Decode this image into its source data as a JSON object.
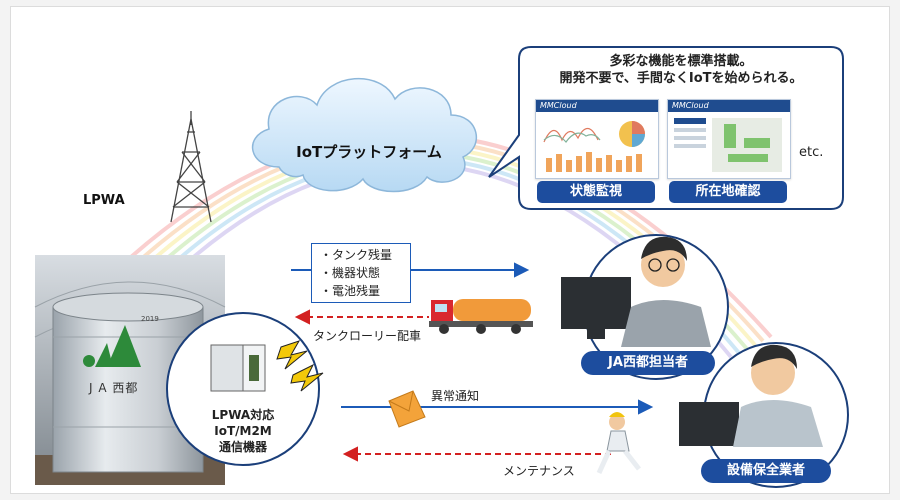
{
  "cloud": {
    "label": "IoTプラットフォーム"
  },
  "tower": {
    "label": "LPWA"
  },
  "bubble": {
    "line1": "多彩な機能を標準搭載。",
    "line2": "開発不要で、手間なくIoTを始められる。",
    "etc": "etc.",
    "screens": [
      {
        "brand": "MMCloud",
        "button": "状態監視"
      },
      {
        "brand": "MMCloud",
        "button": "所在地確認"
      }
    ]
  },
  "data_items": [
    "・タンク残量",
    "・機器状態",
    "・電池残量"
  ],
  "arrows": {
    "tanker": "タンクローリー配車",
    "alert": "異常通知",
    "maintenance": "メンテナンス"
  },
  "tank": {
    "logo": "JA",
    "name": "J A 西都",
    "year": "2019"
  },
  "device": {
    "line1": "LPWA対応",
    "line2": "IoT/M2M",
    "line3": "通信機器"
  },
  "roles": {
    "ja": "JA西都担当者",
    "vendor": "設備保全業者"
  },
  "colors": {
    "accent": "#1d4d9e",
    "arrow_blue": "#1c5bb8",
    "arrow_red": "#d32020",
    "cloud": "#cfe6f8"
  }
}
